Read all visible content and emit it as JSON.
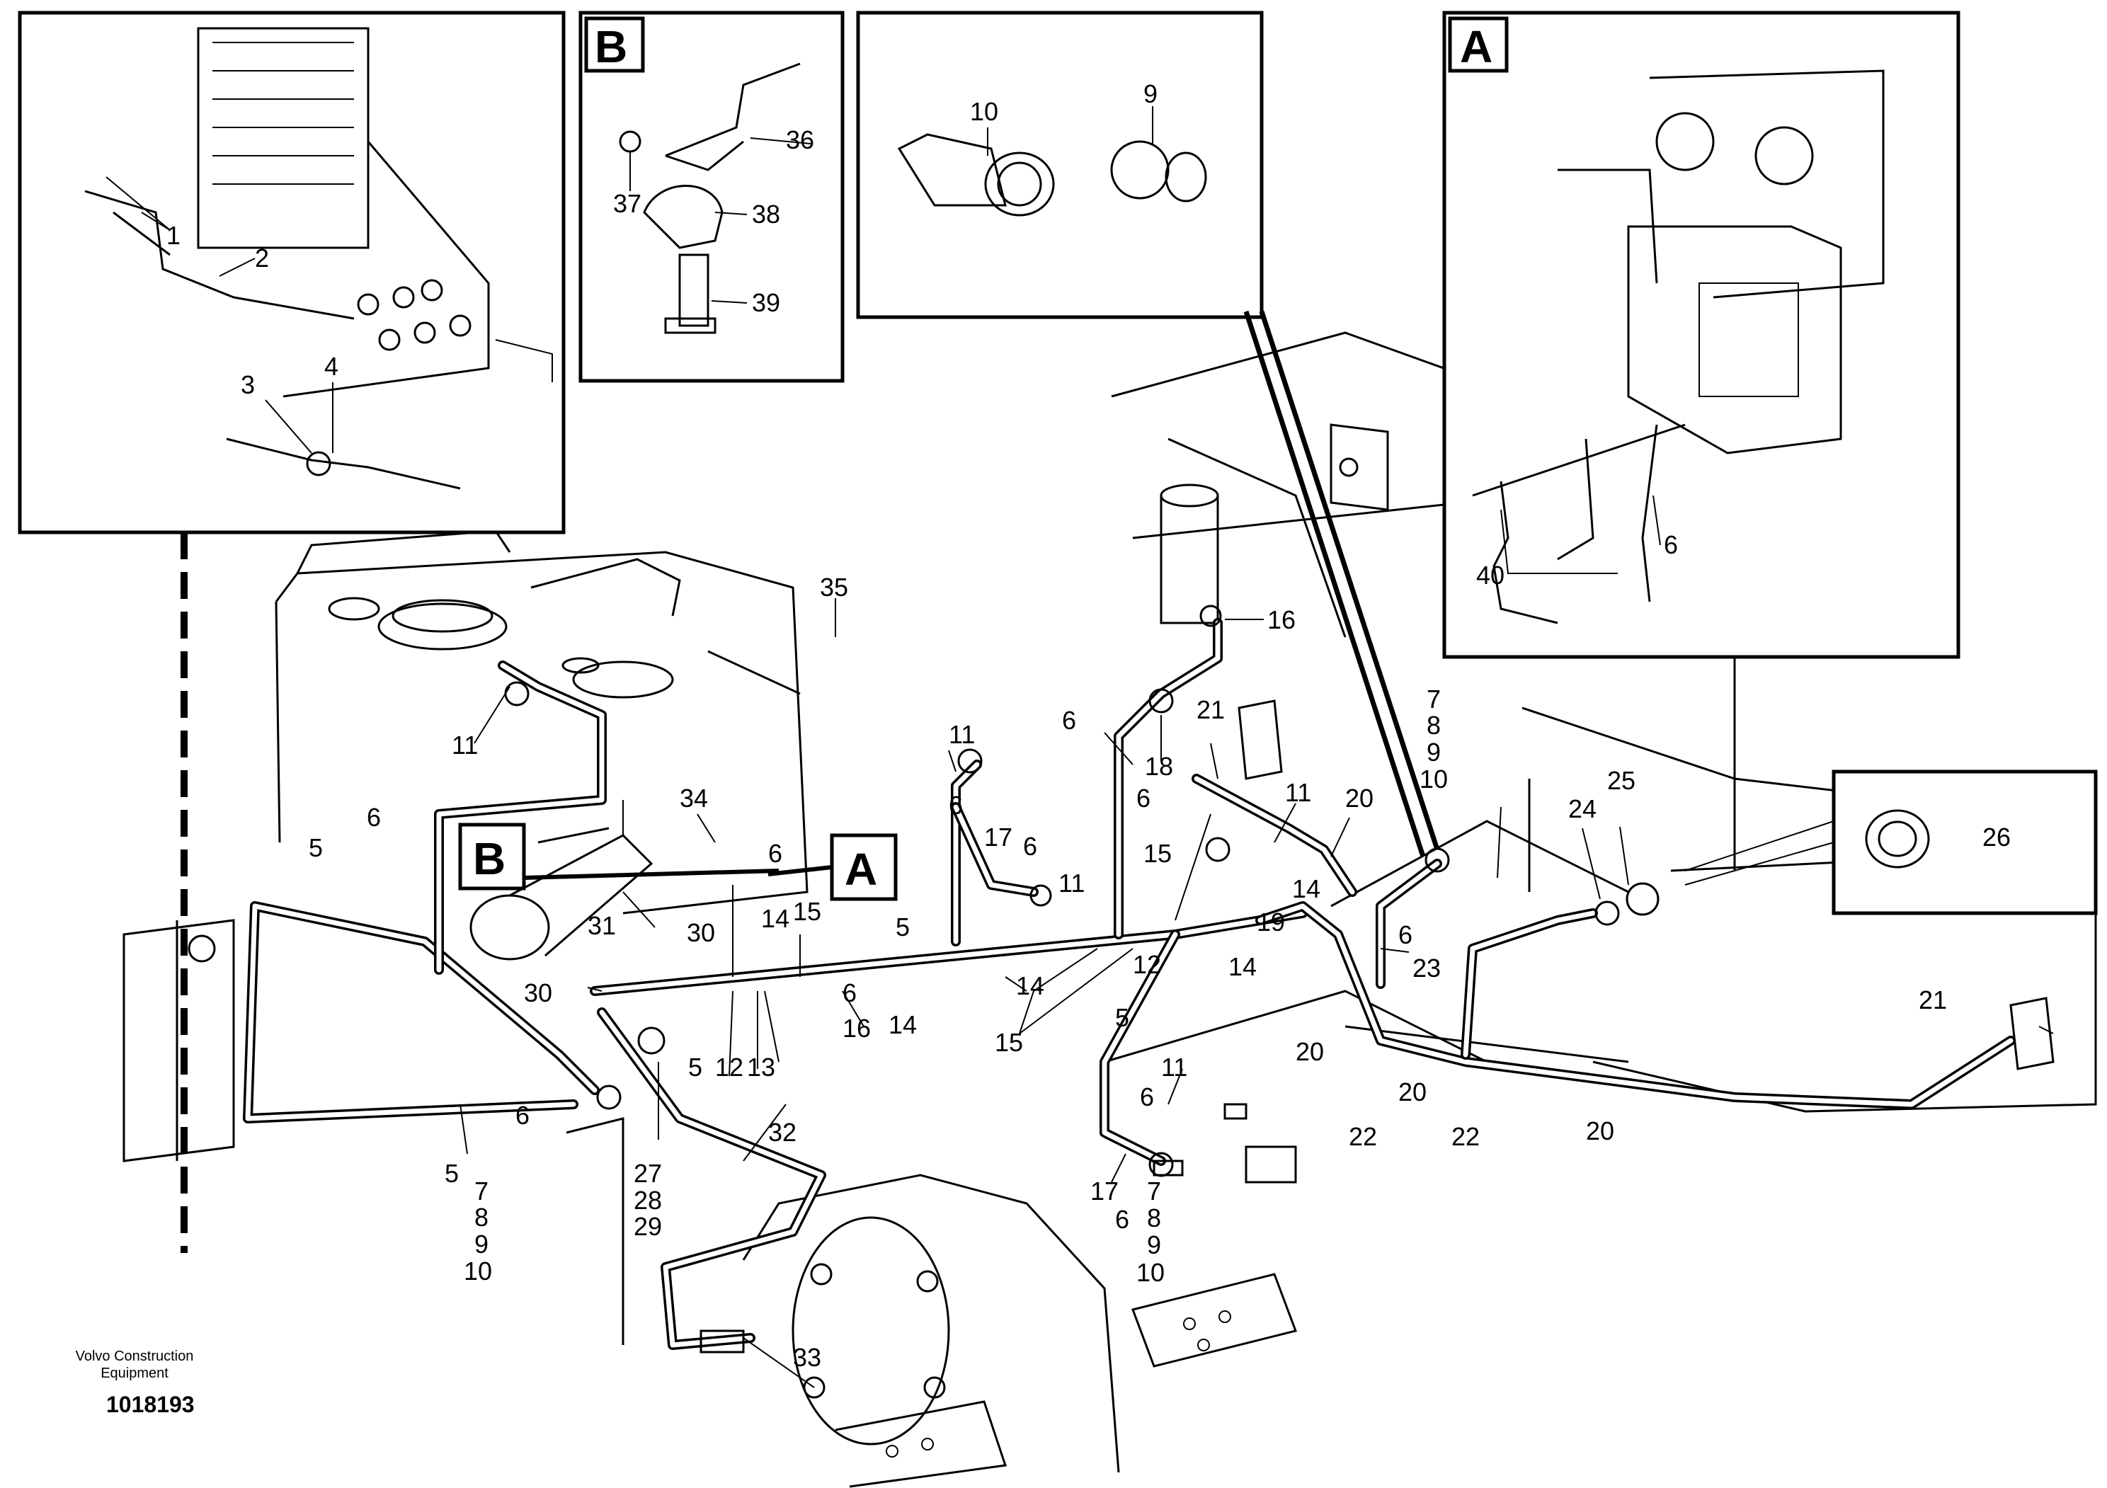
{
  "credit": {
    "line1": "Volvo Construction",
    "line2": "Equipment"
  },
  "drawing_number": "1018193",
  "detail_labels": {
    "a": "A",
    "b": "B"
  },
  "callouts": {
    "c1": "1",
    "c2": "2",
    "c3": "3",
    "c4": "4",
    "c10a": "10",
    "c9a": "9",
    "c36": "36",
    "c37": "37",
    "c38": "38",
    "c39": "39",
    "c40": "40",
    "c6a": "6",
    "c35": "35",
    "c16a": "16",
    "c11a": "11",
    "c6b": "6",
    "c34": "34",
    "c5a": "5",
    "c6c": "6",
    "c31": "31",
    "c30a": "30",
    "c30b": "30",
    "c14a": "14",
    "c15a": "15",
    "c11b": "11",
    "c6d": "6",
    "c17a": "17",
    "c6e": "6",
    "c11c": "11",
    "c5b": "5",
    "c6f": "6",
    "c18": "18",
    "c21a": "21",
    "c6g": "6",
    "c11d": "11",
    "c20a": "20",
    "c15b": "15",
    "c14b": "14",
    "c19": "19",
    "c12b": "12",
    "c14c": "14",
    "c7a": "7",
    "c8a": "8",
    "c9b": "9",
    "c10b": "10",
    "c24": "24",
    "c25": "25",
    "c26": "26",
    "c6h": "6",
    "c23": "23",
    "c5c": "5",
    "c12a": "12",
    "c13": "13",
    "c6i": "6",
    "c16b": "16",
    "c14d": "14",
    "c14e": "14",
    "c15c": "15",
    "c5d": "5",
    "c11e": "11",
    "c6j": "6",
    "c20b": "20",
    "c20c": "20",
    "c22a": "22",
    "c22b": "22",
    "c20d": "20",
    "c21b": "21",
    "c6k": "6",
    "c7b": "7",
    "c8b": "8",
    "c9c": "9",
    "c10c": "10",
    "c27": "27",
    "c28": "28",
    "c29": "29",
    "c32": "32",
    "c5e": "5",
    "c17b": "17",
    "c6l": "6",
    "c7c": "7",
    "c8c": "8",
    "c9d": "9",
    "c10d": "10",
    "c33": "33"
  }
}
